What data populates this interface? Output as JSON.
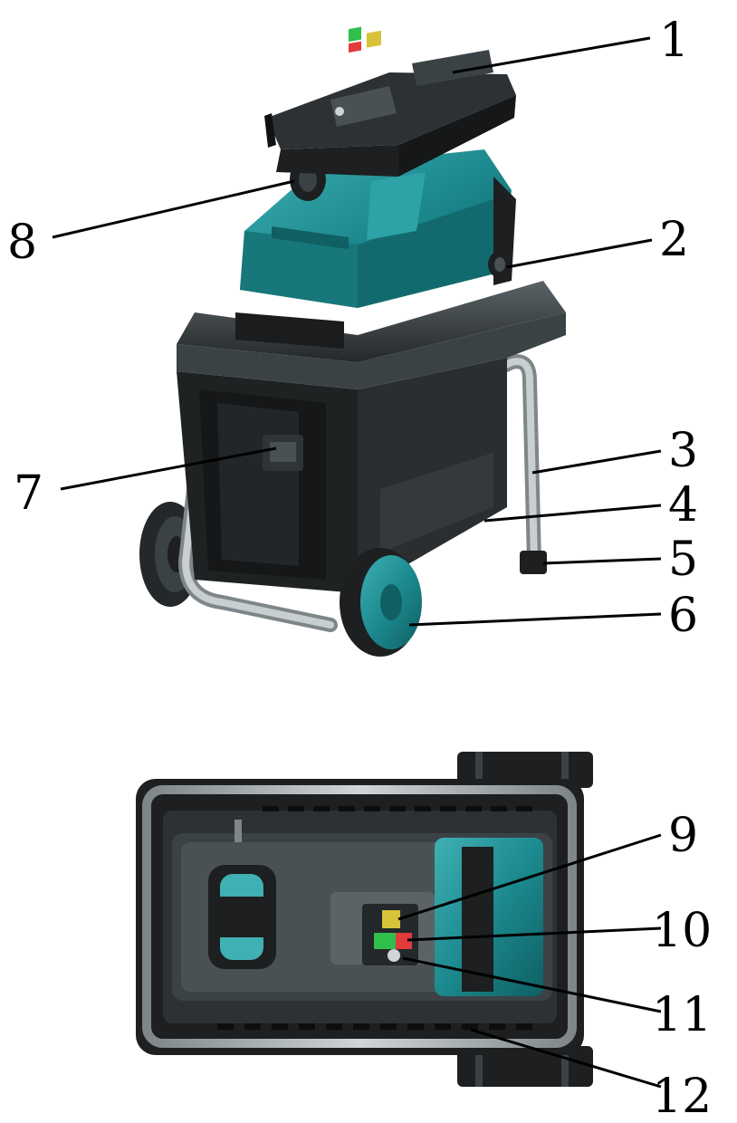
{
  "figure": {
    "type": "parts-identification diagram",
    "views": [
      "perspective",
      "top"
    ]
  },
  "colors": {
    "body": "#1d1f20",
    "body_mid": "#2d3133",
    "body_light": "#4a5154",
    "teal": "#1c8a8f",
    "teal_dark": "#0f5f63",
    "teal_light": "#3fb0b3",
    "frame": "#b9bfc2",
    "frame_dark": "#7e8689",
    "switch_green": "#2fbf4a",
    "switch_red": "#e23b3b",
    "switch_yellow": "#d8c23a"
  },
  "callouts": [
    {
      "id": "1",
      "label": "1"
    },
    {
      "id": "2",
      "label": "2"
    },
    {
      "id": "3",
      "label": "3"
    },
    {
      "id": "4",
      "label": "4"
    },
    {
      "id": "5",
      "label": "5"
    },
    {
      "id": "6",
      "label": "6"
    },
    {
      "id": "7",
      "label": "7"
    },
    {
      "id": "8",
      "label": "8"
    },
    {
      "id": "9",
      "label": "9"
    },
    {
      "id": "10",
      "label": "10"
    },
    {
      "id": "11",
      "label": "11"
    },
    {
      "id": "12",
      "label": "12"
    }
  ]
}
